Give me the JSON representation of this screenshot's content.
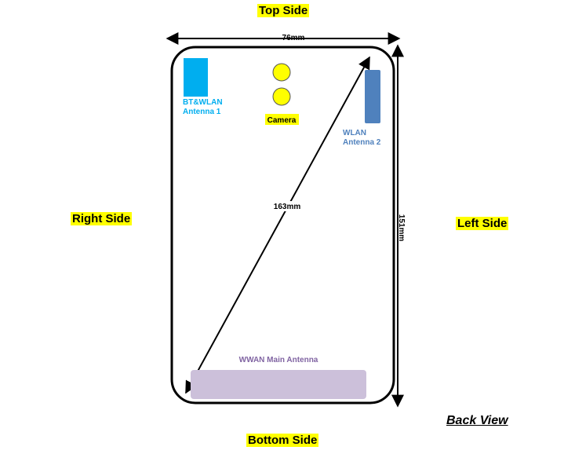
{
  "sides": {
    "top": "Top Side",
    "bottom": "Bottom Side",
    "right": "Right Side",
    "left": "Left Side"
  },
  "dimensions": {
    "width": "76mm",
    "height": "151mm",
    "diagonal": "163mm"
  },
  "components": {
    "bt_wlan_antenna": "BT&WLAN\nAntenna 1",
    "camera": "Camera",
    "wlan_antenna_2": "WLAN\nAntenna 2",
    "wwan_main_antenna": "WWAN Main Antenna"
  },
  "view_label": "Back View",
  "colors": {
    "bt_wlan_antenna": "#00aeef",
    "wlan_antenna_2": "#4f81bd",
    "camera": "#ffff00",
    "wwan_main_antenna_fill": "#ccc0da",
    "wwan_main_antenna_text": "#8064a2",
    "side_label_highlight": "#ffff00"
  }
}
